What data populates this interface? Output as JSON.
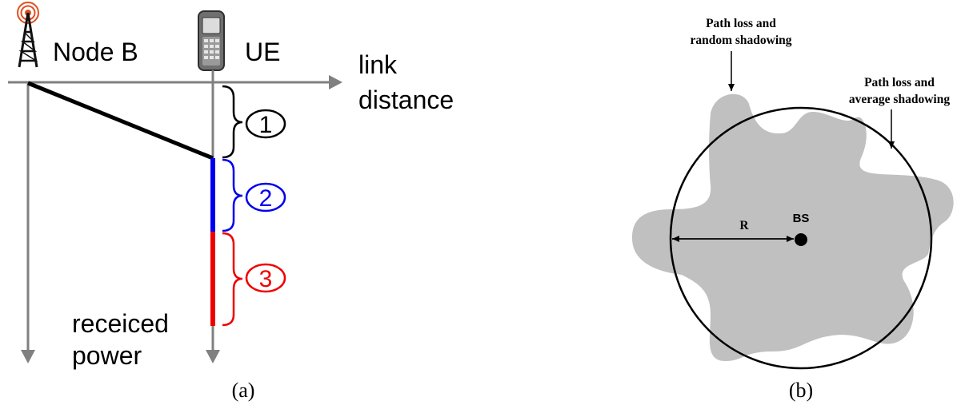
{
  "panel_a": {
    "caption": "(a)",
    "node_b_label": "Node B",
    "ue_label": "UE",
    "x_axis_label_line1": "link",
    "x_axis_label_line2": "distance",
    "y_axis_label_line1": "receiced",
    "y_axis_label_line2": "power",
    "segments": [
      {
        "label": "1",
        "color": "#000000"
      },
      {
        "label": "2",
        "color": "#0000ee"
      },
      {
        "label": "3",
        "color": "#ee0000"
      }
    ],
    "colors": {
      "axis": "#808080",
      "tower_signal": "#e05020"
    },
    "icons": [
      "antenna-tower-icon",
      "mobile-phone-icon"
    ]
  },
  "panel_b": {
    "caption": "(b)",
    "annotation_random_line1": "Path loss and",
    "annotation_random_line2": "random shadowing",
    "annotation_average_line1": "Path loss and",
    "annotation_average_line2": "average shadowing",
    "radius_label": "R",
    "bs_label": "BS",
    "colors": {
      "shadow_region": "#c0c0c0"
    }
  }
}
